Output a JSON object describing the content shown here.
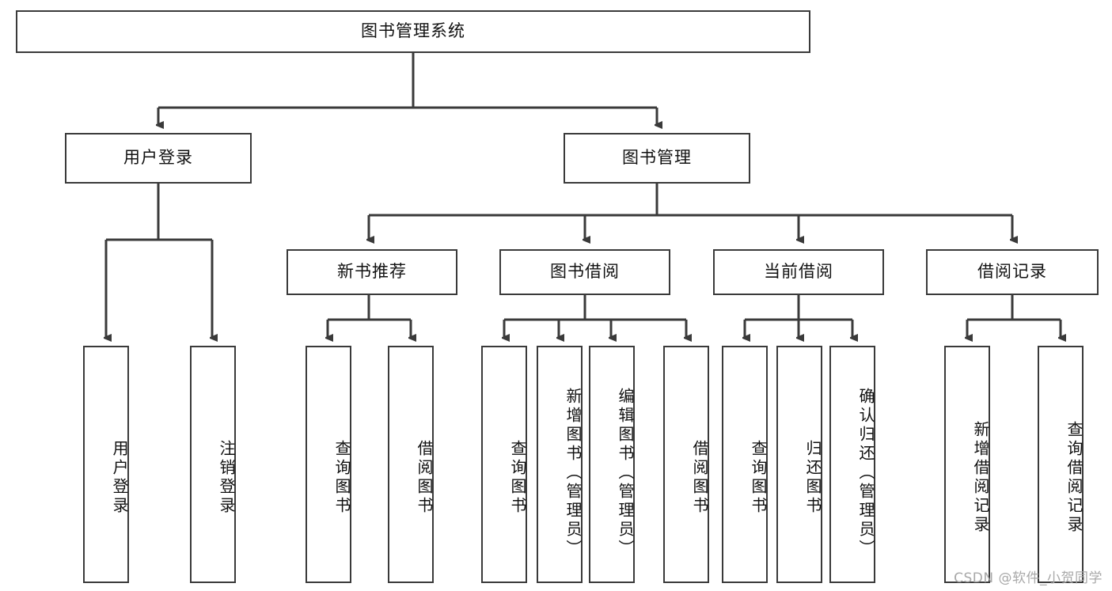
{
  "diagram": {
    "title_node": {
      "label": "图书管理系统"
    },
    "level2": [
      {
        "label": "用户登录"
      },
      {
        "label": "图书管理"
      }
    ],
    "level3": [
      {
        "label": "新书推荐"
      },
      {
        "label": "图书借阅"
      },
      {
        "label": "当前借阅"
      },
      {
        "label": "借阅记录"
      }
    ],
    "leaves": {
      "user_login": [
        {
          "label": "用户登录"
        },
        {
          "label": "注销登录"
        }
      ],
      "new_book_recommend": [
        {
          "label": "查询图书"
        },
        {
          "label": "借阅图书"
        }
      ],
      "book_borrow": [
        {
          "label": "查询图书"
        },
        {
          "label": "新增图书（管理员）"
        },
        {
          "label": "编辑图书（管理员）"
        },
        {
          "label": "借阅图书"
        }
      ],
      "current_borrow": [
        {
          "label": "查询图书"
        },
        {
          "label": "归还图书"
        },
        {
          "label": "确认归还（管理员）"
        }
      ],
      "borrow_record": [
        {
          "label": "新增借阅记录"
        },
        {
          "label": "查询借阅记录"
        }
      ]
    }
  },
  "watermark": {
    "text": "CSDN @软件_小贺同学"
  },
  "colors": {
    "box_border": "#3a3a3a",
    "edge": "#3a3a3a",
    "text": "#111111",
    "watermark": "#a8a8a8",
    "background": "#ffffff"
  }
}
